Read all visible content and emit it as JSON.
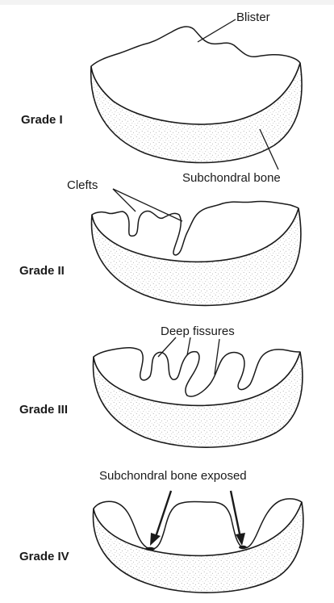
{
  "grades": [
    {
      "label": "Grade I"
    },
    {
      "label": "Grade II"
    },
    {
      "label": "Grade III"
    },
    {
      "label": "Grade IV"
    }
  ],
  "annotations": {
    "blister": "Blister",
    "subchondral_bone": "Subchondral bone",
    "clefts": "Clefts",
    "deep_fissures": "Deep fissures",
    "subchondral_bone_exposed": "Subchondral bone exposed"
  },
  "colors": {
    "line": "#1a1a1a",
    "background": "#ffffff",
    "stipple": "#555555"
  }
}
